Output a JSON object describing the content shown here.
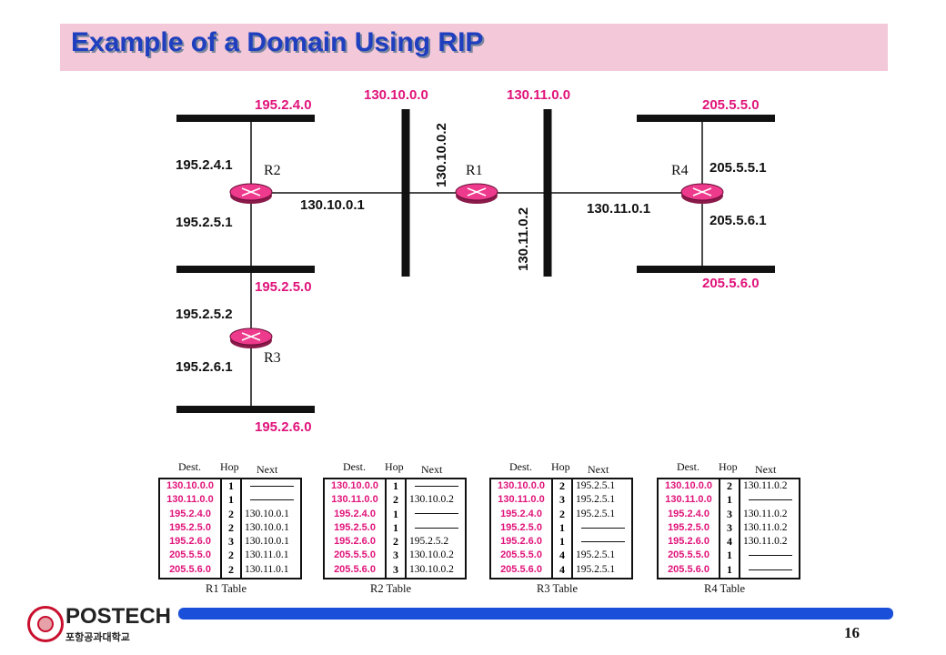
{
  "title": "Example of a Domain Using RIP",
  "network": {
    "routers": {
      "r1": "R1",
      "r2": "R2",
      "r3": "R3",
      "r4": "R4"
    },
    "networks": {
      "n1": "195.2.4.0",
      "n2": "130.10.0.0",
      "n3": "130.11.0.0",
      "n4": "205.5.5.0",
      "n5": "195.2.5.0",
      "n6": "205.5.6.0",
      "n7": "195.2.6.0"
    },
    "interfaces": {
      "r2_n1": "195.2.4.1",
      "r2_n5": "195.2.5.1",
      "r2_n2": "130.10.0.1",
      "r1_n2": "130.10.0.2",
      "r1_n3": "130.11.0.2",
      "r4_n3": "130.11.0.1",
      "r4_n4": "205.5.5.1",
      "r4_n6": "205.5.6.1",
      "r3_n5": "195.2.5.2",
      "r3_n7": "195.2.6.1"
    }
  },
  "tables": [
    {
      "caption": "R1 Table",
      "headers": {
        "dest": "Dest.",
        "hop": "Hop",
        "next": "Next"
      },
      "rows": [
        {
          "dest": "130.10.0.0",
          "hop": "1",
          "next": ""
        },
        {
          "dest": "130.11.0.0",
          "hop": "1",
          "next": ""
        },
        {
          "dest": "195.2.4.0",
          "hop": "2",
          "next": "130.10.0.1"
        },
        {
          "dest": "195.2.5.0",
          "hop": "2",
          "next": "130.10.0.1"
        },
        {
          "dest": "195.2.6.0",
          "hop": "3",
          "next": "130.10.0.1"
        },
        {
          "dest": "205.5.5.0",
          "hop": "2",
          "next": "130.11.0.1"
        },
        {
          "dest": "205.5.6.0",
          "hop": "2",
          "next": "130.11.0.1"
        }
      ]
    },
    {
      "caption": "R2 Table",
      "headers": {
        "dest": "Dest.",
        "hop": "Hop",
        "next": "Next"
      },
      "rows": [
        {
          "dest": "130.10.0.0",
          "hop": "1",
          "next": ""
        },
        {
          "dest": "130.11.0.0",
          "hop": "2",
          "next": "130.10.0.2"
        },
        {
          "dest": "195.2.4.0",
          "hop": "1",
          "next": ""
        },
        {
          "dest": "195.2.5.0",
          "hop": "1",
          "next": ""
        },
        {
          "dest": "195.2.6.0",
          "hop": "2",
          "next": "195.2.5.2"
        },
        {
          "dest": "205.5.5.0",
          "hop": "3",
          "next": "130.10.0.2"
        },
        {
          "dest": "205.5.6.0",
          "hop": "3",
          "next": "130.10.0.2"
        }
      ]
    },
    {
      "caption": "R3 Table",
      "headers": {
        "dest": "Dest.",
        "hop": "Hop",
        "next": "Next"
      },
      "rows": [
        {
          "dest": "130.10.0.0",
          "hop": "2",
          "next": "195.2.5.1"
        },
        {
          "dest": "130.11.0.0",
          "hop": "3",
          "next": "195.2.5.1"
        },
        {
          "dest": "195.2.4.0",
          "hop": "2",
          "next": "195.2.5.1"
        },
        {
          "dest": "195.2.5.0",
          "hop": "1",
          "next": ""
        },
        {
          "dest": "195.2.6.0",
          "hop": "1",
          "next": ""
        },
        {
          "dest": "205.5.5.0",
          "hop": "4",
          "next": "195.2.5.1"
        },
        {
          "dest": "205.5.6.0",
          "hop": "4",
          "next": "195.2.5.1"
        }
      ]
    },
    {
      "caption": "R4 Table",
      "headers": {
        "dest": "Dest.",
        "hop": "Hop",
        "next": "Next"
      },
      "rows": [
        {
          "dest": "130.10.0.0",
          "hop": "2",
          "next": "130.11.0.2"
        },
        {
          "dest": "130.11.0.0",
          "hop": "1",
          "next": ""
        },
        {
          "dest": "195.2.4.0",
          "hop": "3",
          "next": "130.11.0.2"
        },
        {
          "dest": "195.2.5.0",
          "hop": "3",
          "next": "130.11.0.2"
        },
        {
          "dest": "195.2.6.0",
          "hop": "4",
          "next": "130.11.0.2"
        },
        {
          "dest": "205.5.5.0",
          "hop": "1",
          "next": ""
        },
        {
          "dest": "205.5.6.0",
          "hop": "1",
          "next": ""
        }
      ]
    }
  ],
  "footer": {
    "logo_text": "POSTECH",
    "logo_sub": "포항공과대학교",
    "page_number": "16"
  },
  "colors": {
    "accent_blue": "#1f3fbf",
    "network_pink": "#e0137a",
    "router_pink": "#ee3a8c",
    "title_bg": "#f3c8d9",
    "footer_bar": "#1a4fd9"
  }
}
